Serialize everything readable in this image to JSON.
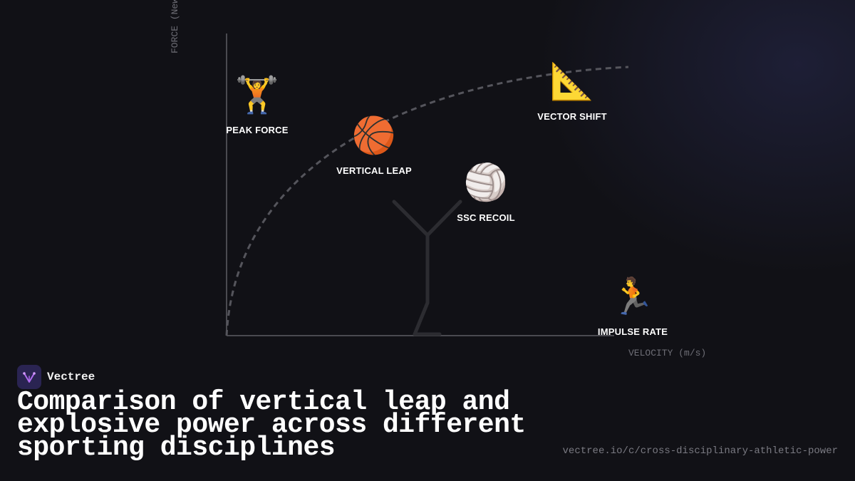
{
  "axes": {
    "y_label": "FORCE (Newtons)",
    "x_label": "VELOCITY (m/s)"
  },
  "nodes": [
    {
      "emoji": "🏋️",
      "label": "PEAK FORCE"
    },
    {
      "emoji": "🏀",
      "label": "VERTICAL LEAP"
    },
    {
      "emoji": "🏐",
      "label": "SSC RECOIL"
    },
    {
      "emoji": "📐",
      "label": "VECTOR SHIFT"
    },
    {
      "emoji": "🏃",
      "label": "IMPULSE RATE"
    }
  ],
  "brand": {
    "name": "Vectree"
  },
  "headline": "Comparison of vertical leap and explosive power across different sporting disciplines",
  "url": "vectree.io/c/cross-disciplinary-athletic-power",
  "colors": {
    "background": "#111116",
    "brand_logo": "#2a2452",
    "brand_accent": "#b06cf0"
  }
}
